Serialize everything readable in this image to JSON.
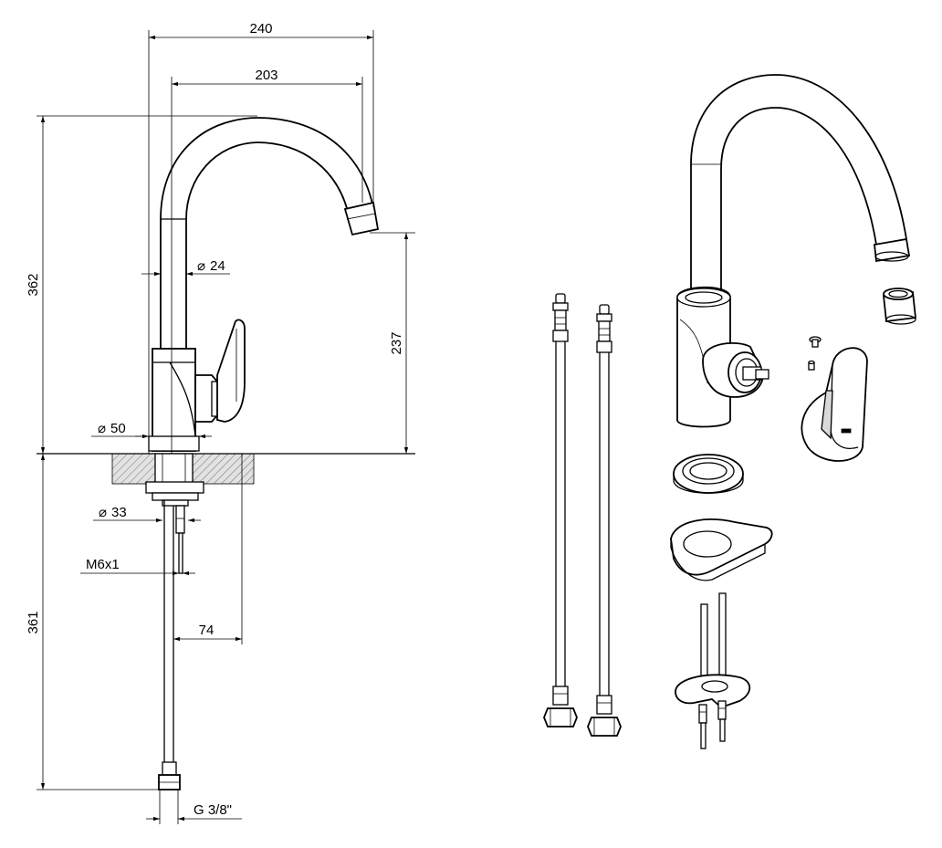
{
  "dimensions": {
    "overall_width": "240",
    "spout_reach": "203",
    "total_height": "362",
    "spout_height": "237",
    "spout_diameter": "24",
    "base_diameter": "50",
    "shank_diameter": "33",
    "stud_thread": "M6x1",
    "below_deck_length": "361",
    "hole_offset": "74",
    "hose_thread": "G 3/8\""
  },
  "colors": {
    "line": "#000000",
    "hatch_fill": "#d9d9d9",
    "background": "#ffffff"
  }
}
